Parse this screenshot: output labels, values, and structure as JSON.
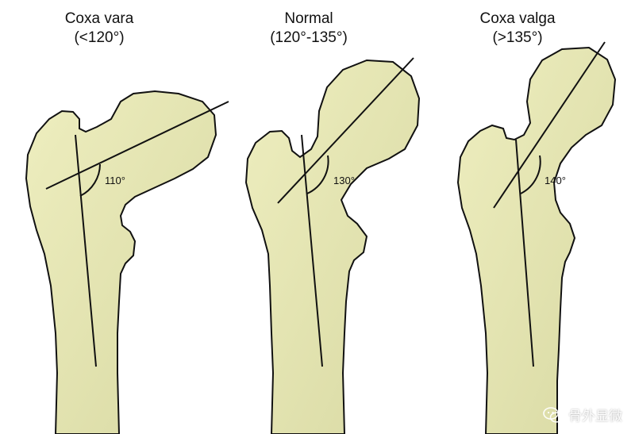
{
  "colors": {
    "bone_fill": "#e6e6b4",
    "bone_shade": "#cfd19c",
    "outline": "#111111"
  },
  "panels": [
    {
      "title": "Coxa vara",
      "range": "(<120°)",
      "angle": "110°"
    },
    {
      "title": "Normal",
      "range": "(120°-135°)",
      "angle": "130°"
    },
    {
      "title": "Coxa valga",
      "range": "(>135°)",
      "angle": "140°"
    }
  ],
  "watermark": {
    "text": "骨外显微",
    "icon": "wechat-logo-icon"
  }
}
